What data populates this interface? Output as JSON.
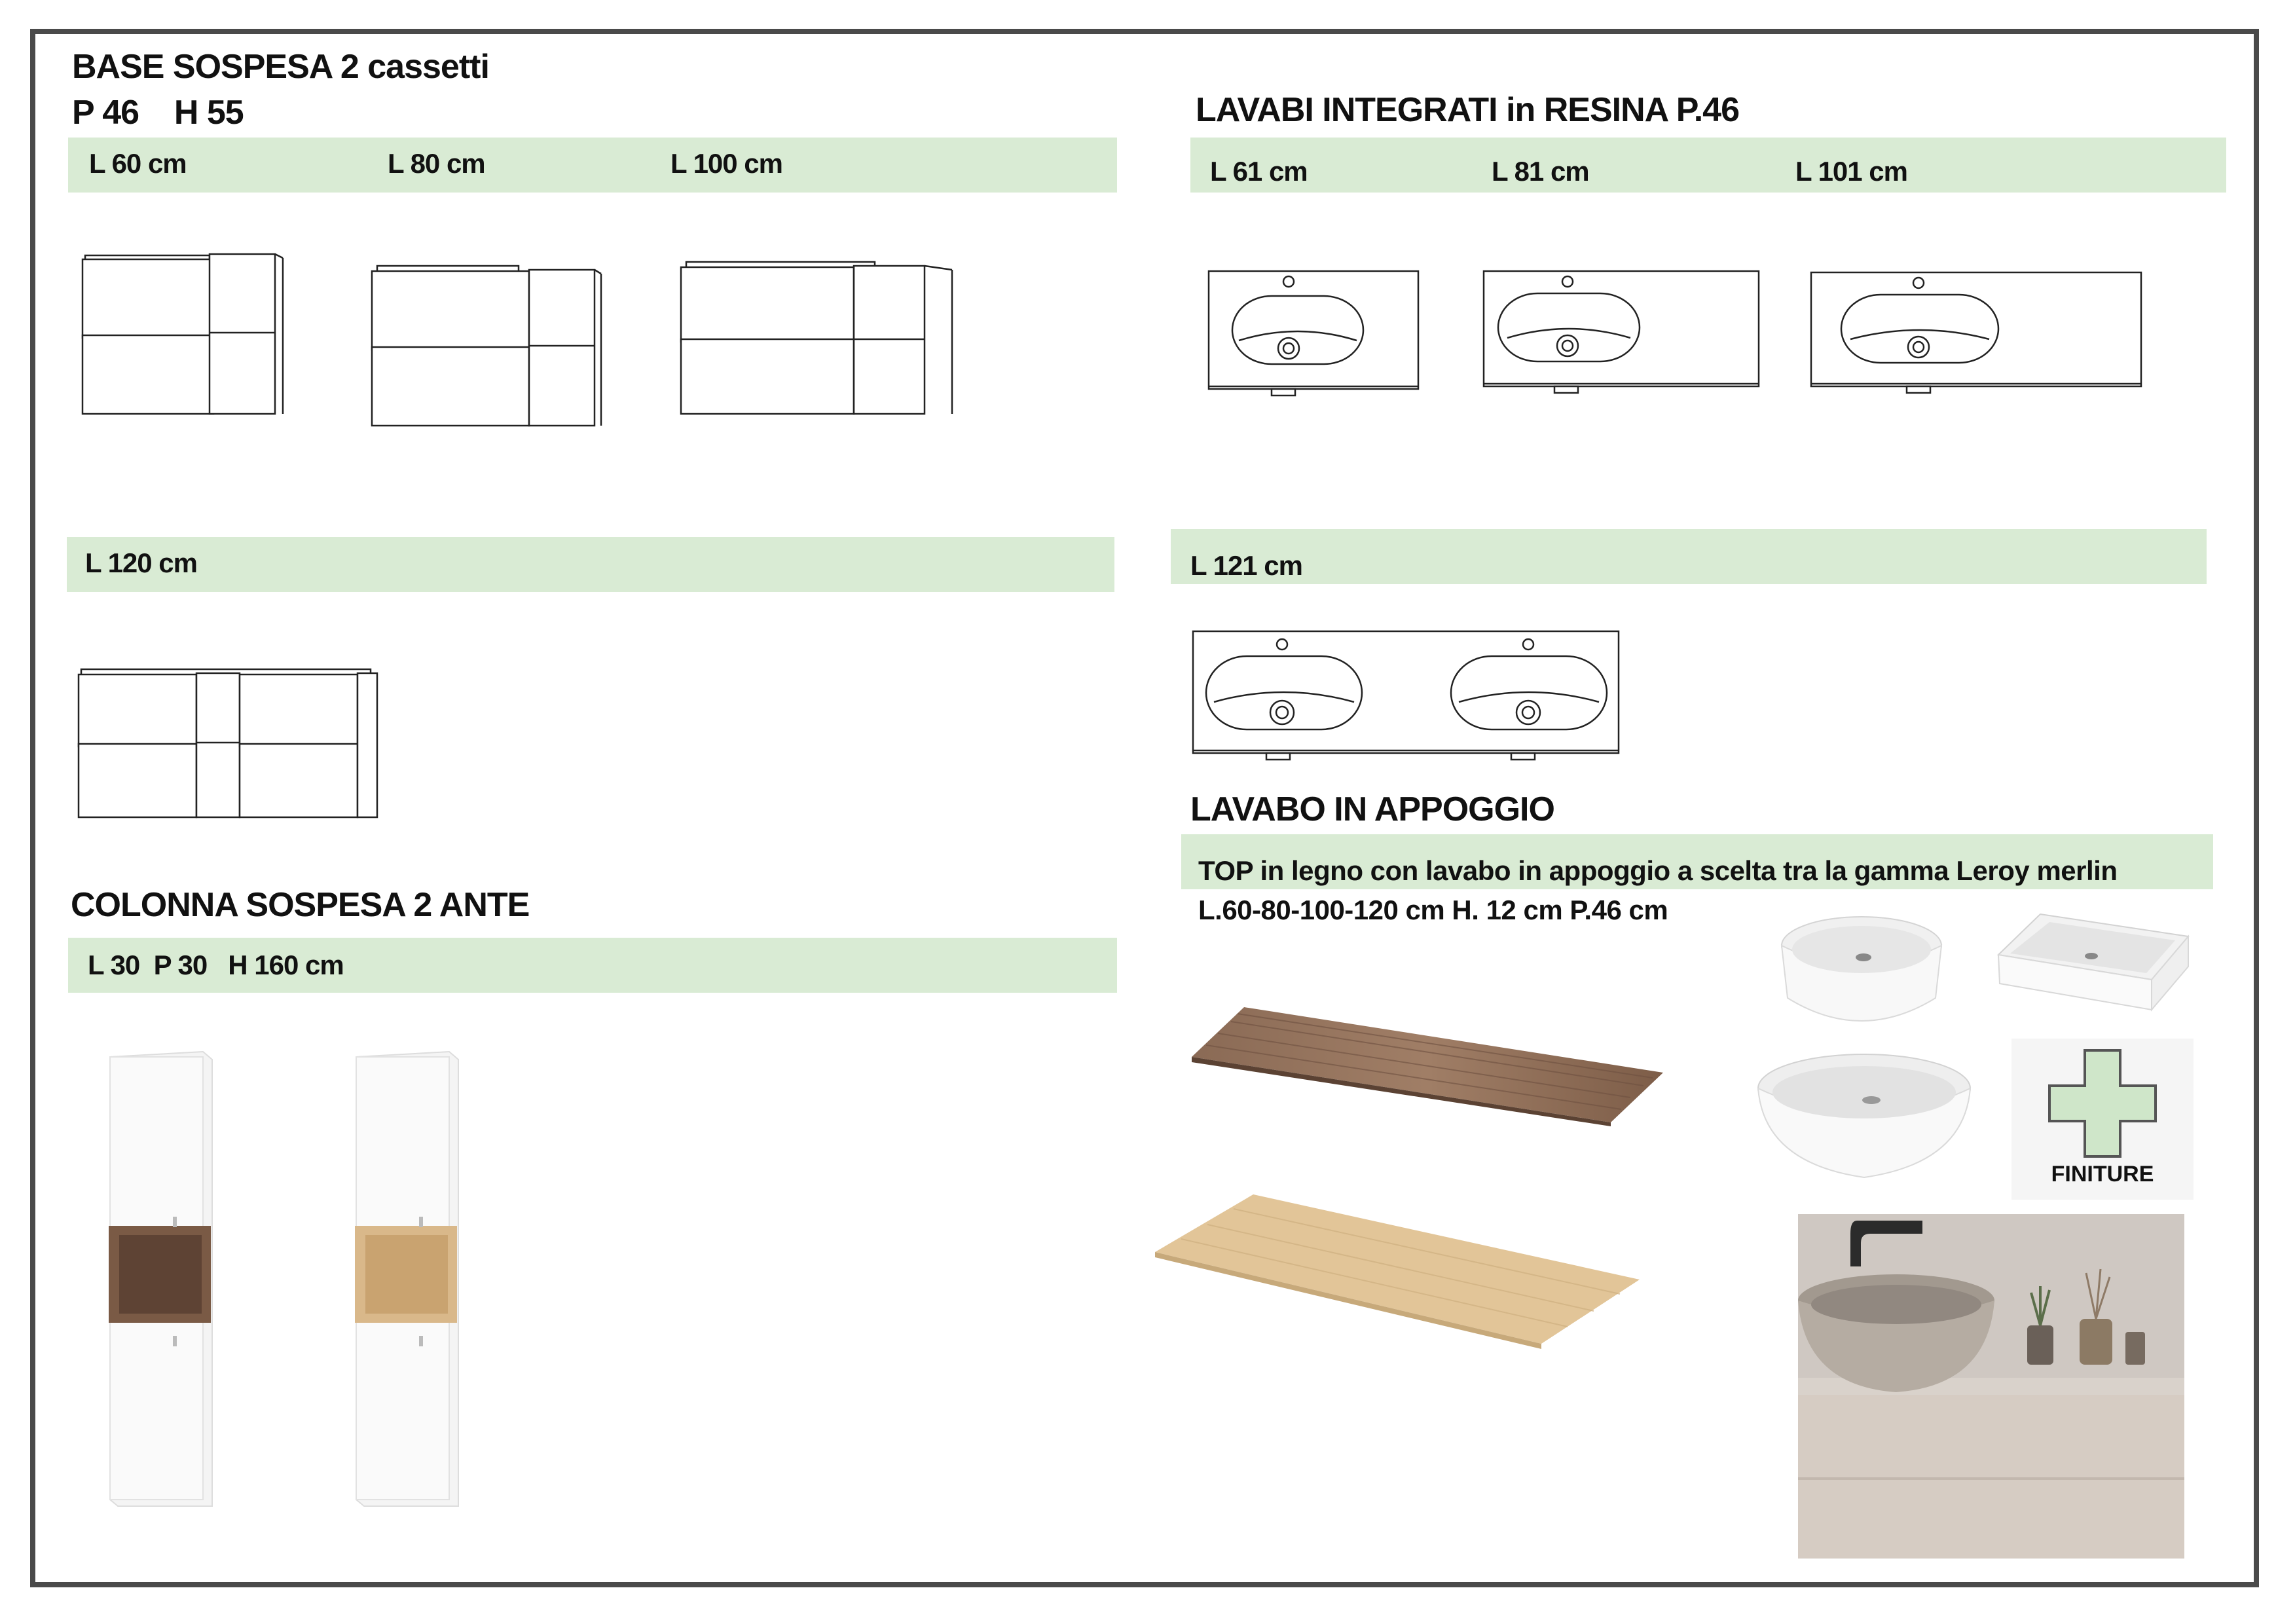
{
  "left": {
    "base_title": "BASE SOSPESA 2 cassetti",
    "base_dims": "P 46    H 55",
    "row1_labels": [
      "L 60 cm",
      "L 80 cm",
      "L 100 cm"
    ],
    "row2_label": "L 120 cm",
    "colonna_title": "COLONNA SOSPESA 2 ANTE",
    "colonna_dims": "L 30  P 30   H 160 cm"
  },
  "right": {
    "lavabi_title": "LAVABI INTEGRATI  in RESINA P.46",
    "row1_labels": [
      "L 61 cm",
      "L 81 cm",
      "L 101 cm"
    ],
    "row2_label": "L 121 cm",
    "appoggio_title": "LAVABO IN APPOGGIO",
    "appoggio_desc": "TOP in legno con lavabo in appoggio a scelta tra la gamma Leroy merlin",
    "appoggio_dims": "L.60-80-100-120 cm H. 12 cm P.46 cm",
    "finiture_label": "FINITURE"
  },
  "colors": {
    "band": "#d9ebd4",
    "frame": "#4a4a4a",
    "plus": "#cfe6c9",
    "walnut": "#7a5a45",
    "oak": "#d9b88a"
  }
}
